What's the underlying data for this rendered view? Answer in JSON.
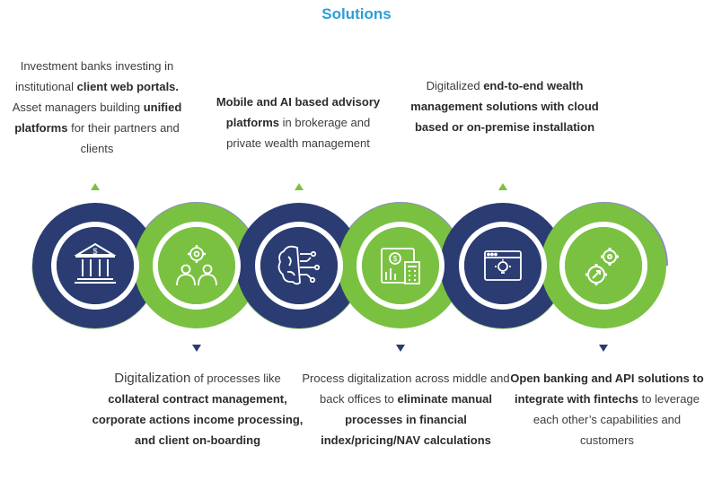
{
  "title": "Solutions",
  "colors": {
    "navy": "#2b3c73",
    "green": "#7ac142",
    "lavender": "#8a8fba",
    "lightgreen": "#c3e3a6",
    "accent": "#2a9fd6"
  },
  "top": [
    {
      "segments": [
        {
          "text": "Investment banks investing in institutional ",
          "bold": false
        },
        {
          "text": "client web portals.",
          "bold": true
        },
        {
          "text": " Asset managers building ",
          "bold": false
        },
        {
          "text": "unified platforms",
          "bold": true
        },
        {
          "text": " for their partners and clients",
          "bold": false
        }
      ]
    },
    {
      "segments": [
        {
          "text": "Mobile and AI based advisory platforms",
          "bold": true
        },
        {
          "text": " in brokerage and private wealth management",
          "bold": false
        }
      ]
    },
    {
      "segments": [
        {
          "text": "Digitalized ",
          "bold": false
        },
        {
          "text": "end-to-end wealth management solutions with cloud based or on-premise installation",
          "bold": true
        }
      ]
    }
  ],
  "bottom": [
    {
      "segments": [
        {
          "text": "Digitalization",
          "bold": false,
          "lead": true
        },
        {
          "text": " of processes like ",
          "bold": false
        },
        {
          "text": "collateral contract management, corporate actions income processing, and client on-boarding",
          "bold": true
        }
      ]
    },
    {
      "segments": [
        {
          "text": "Process digitalization across middle and back offices to ",
          "bold": false
        },
        {
          "text": "eliminate manual processes in financial index/pricing/NAV calculations",
          "bold": true
        }
      ]
    },
    {
      "segments": [
        {
          "text": "Open banking and API solutions to integrate with fintechs",
          "bold": true
        },
        {
          "text": " to leverage each other’s capabilities and customers",
          "bold": false
        }
      ]
    }
  ],
  "icons": [
    "bank-icon",
    "team-gear-icon",
    "ai-brain-icon",
    "calculator-chart-icon",
    "browser-idea-icon",
    "gears-icon"
  ]
}
